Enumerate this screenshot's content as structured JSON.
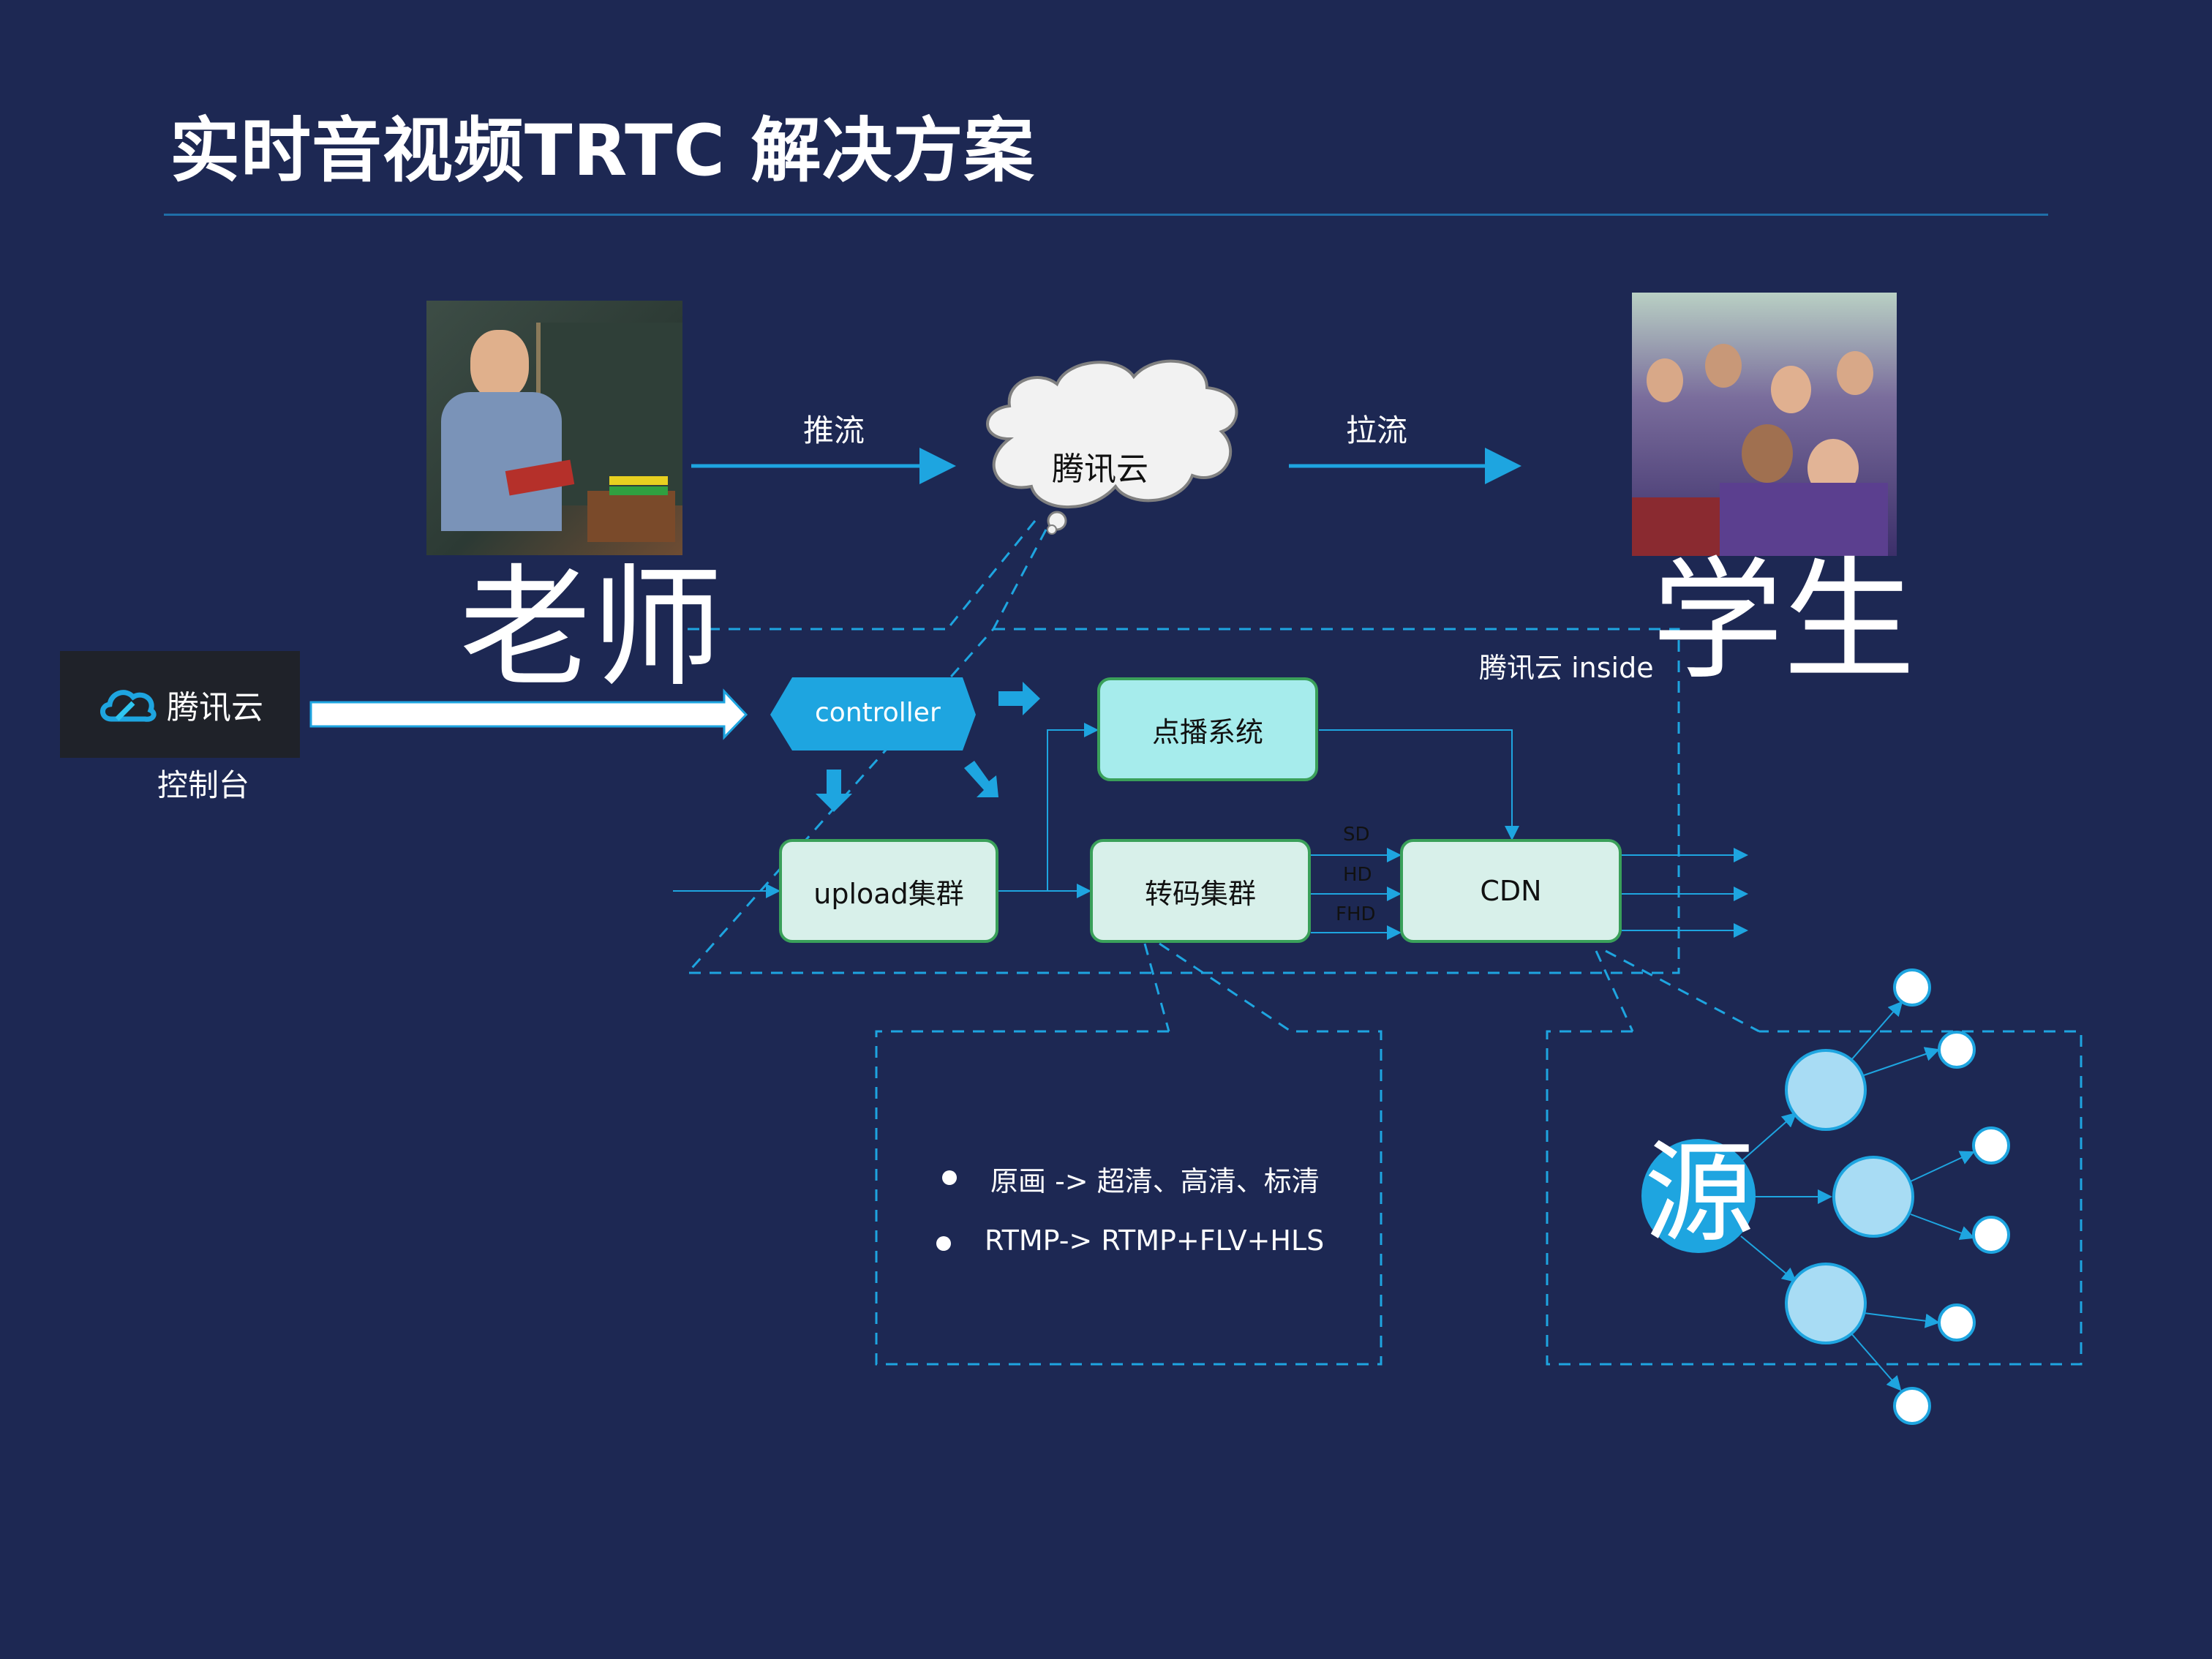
{
  "title": "实时音视频TRTC 解决方案",
  "teacher_label": "老师",
  "student_label": "学生",
  "push_label": "推流",
  "pull_label": "拉流",
  "cloud_label": "腾讯云",
  "inside_label": "腾讯云 inside",
  "console": {
    "logo_text": "腾讯云",
    "caption": "控制台"
  },
  "nodes": {
    "controller": "controller",
    "vod": "点播系统",
    "upload": "upload集群",
    "transcode": "转码集群",
    "cdn": "CDN"
  },
  "quality_labels": [
    "SD",
    "HD",
    "FHD"
  ],
  "notes": [
    "原画 -> 超清、高清、标清",
    "RTMP-> RTMP+FLV+HLS"
  ],
  "source_label": "源",
  "colors": {
    "background": "#1d2853",
    "accent": "#1ea5e0",
    "node_fill": "#d8f0ea",
    "node_border": "#3aa05a",
    "vod_fill": "#a6ecec",
    "circle_fill": "#a8dcf4"
  }
}
